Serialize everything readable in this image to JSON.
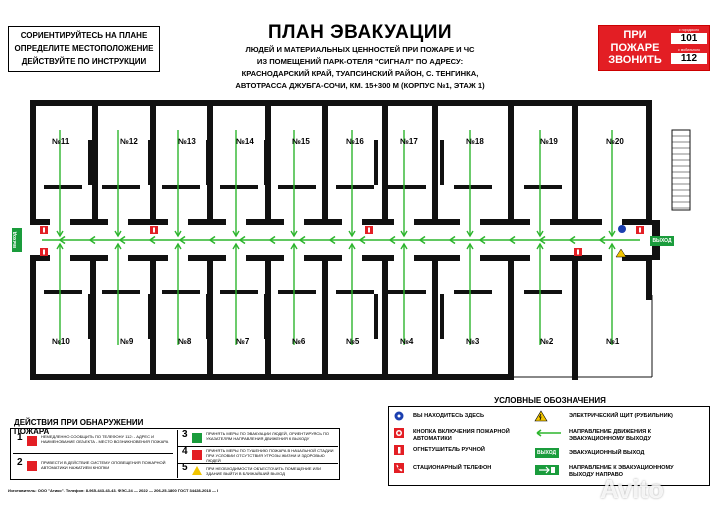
{
  "header": {
    "left_box": [
      "СОРИЕНТИРУЙТЕСЬ НА ПЛАНЕ",
      "ОПРЕДЕЛИТЕ МЕСТОПОЛОЖЕНИЕ",
      "ДЕЙСТВУЙТЕ ПО ИНСТРУКЦИИ"
    ],
    "title": "ПЛАН ЭВАКУАЦИИ",
    "subtitle": [
      "ЛЮДЕЙ И МАТЕРИАЛЬНЫХ ЦЕННОСТЕЙ ПРИ ПОЖАРЕ И ЧС",
      "ИЗ ПОМЕЩЕНИЙ ПАРК-ОТЕЛЯ \"СИГНАЛ\" ПО АДРЕСУ:",
      "КРАСНОДАРСКИЙ КРАЙ, ТУАПСИНСКИЙ РАЙОН, С. ТЕНГИНКА,",
      "АВТОТРАССА ДЖУБГА-СОЧИ, КМ. 15+300 М (КОРПУС №1, ЭТАЖ 1)"
    ],
    "call_box": {
      "text": [
        "ПРИ",
        "ПОЖАРЕ",
        "ЗВОНИТЬ"
      ],
      "label1": "с городского",
      "number1": "101",
      "label2": "с мобильного",
      "number2": "112",
      "color": "#e31e24"
    }
  },
  "plan": {
    "top_rooms": [
      "№11",
      "№12",
      "№13",
      "№14",
      "№15",
      "№16",
      "№17",
      "№18",
      "№19",
      "№20"
    ],
    "bottom_rooms": [
      "№10",
      "№9",
      "№8",
      "№7",
      "№6",
      "№5",
      "№4",
      "№3",
      "№2",
      "№1"
    ],
    "exit_left": "выход",
    "exit_right": "ВЫХОД",
    "arrow_color": "#2db52d",
    "exit_color": "#1a9c3c"
  },
  "legend": {
    "title": "УСЛОВНЫЕ ОБОЗНАЧЕНИЯ",
    "items": [
      {
        "icon": "you-are-here-icon",
        "text": "ВЫ НАХОДИТЕСЬ ЗДЕСЬ"
      },
      {
        "icon": "fire-alarm-button-icon",
        "text": "КНОПКА ВКЛЮЧЕНИЯ ПОЖАРНОЙ АВТОМАТИКИ"
      },
      {
        "icon": "fire-extinguisher-icon",
        "text": "ОГНЕТУШИТЕЛЬ РУЧНОЙ"
      },
      {
        "icon": "phone-icon",
        "text": "СТАЦИОНАРНЫЙ ТЕЛЕФОН"
      },
      {
        "icon": "electric-panel-icon",
        "text": "ЭЛЕКТРИЧЕСКИЙ ЩИТ (РУБИЛЬНИК)"
      },
      {
        "icon": "green-arrow-icon",
        "text": "НАПРАВЛЕНИЕ ДВИЖЕНИЯ К ЭВАКУАЦИОННОМУ ВЫХОДУ"
      },
      {
        "icon": "exit-sign-icon",
        "text": "ЭВАКУАЦИОННЫЙ ВЫХОД",
        "sign": "ВЫХОД"
      },
      {
        "icon": "exit-direction-sign-icon",
        "text": "НАПРАВЛЕНИЕ К ЭВАКУАЦИОННОМУ ВЫХОДУ НАПРАВО"
      }
    ]
  },
  "actions": {
    "title": "ДЕЙСТВИЯ ПРИ ОБНАРУЖЕНИИ ПОЖАРА",
    "items": [
      {
        "n": "1",
        "text": "НЕМЕДЛЕННО СООБЩИТЬ ПО ТЕЛЕФОНУ 112: - АДРЕС И НАИМЕНОВАНИЕ ОБЪЕКТА - МЕСТО ВОЗНИКНОВЕНИЯ ПОЖАРА"
      },
      {
        "n": "2",
        "text": "ПРИВЕСТИ В ДЕЙСТВИЕ СИСТЕМУ ОПОВЕЩЕНИЯ ПОЖАРНОЙ АВТОМАТИКИ НАЖАТИЕМ КНОПКИ"
      },
      {
        "n": "3",
        "text": "ПРИНЯТЬ МЕРЫ ПО ЭВАКУАЦИИ ЛЮДЕЙ, ОРИЕНТИРУЯСЬ ПО УКАЗАТЕЛЯМ НАПРАВЛЕНИЯ ДВИЖЕНИЯ К ВЫХОДУ"
      },
      {
        "n": "4",
        "text": "ПРИНЯТЬ МЕРЫ ПО ТУШЕНИЮ ПОЖАРА В НАЧАЛЬНОЙ СТАДИИ ПРИ УСЛОВИИ ОТСУТСТВИЯ УГРОЗЫ ЖИЗНИ И ЗДОРОВЬЮ ЛЮДЕЙ"
      },
      {
        "n": "5",
        "text": "ПРИ НЕОБХОДИМОСТИ ОБЪЕСТОЧИТЬ ПОМЕЩЕНИЕ ИЛИ ЗДАНИЕ ВЫЙТИ В БЛИЖАЙШИЙ ВЫХОД"
      }
    ]
  },
  "footer": "Изготовитель: ООО \"Атико\". Телефон: 8-965-443-43-43. ФЭС-24 — 2022 — 206-25-1800 ГОСТ 34428-2018 — I",
  "watermark": "Avito"
}
